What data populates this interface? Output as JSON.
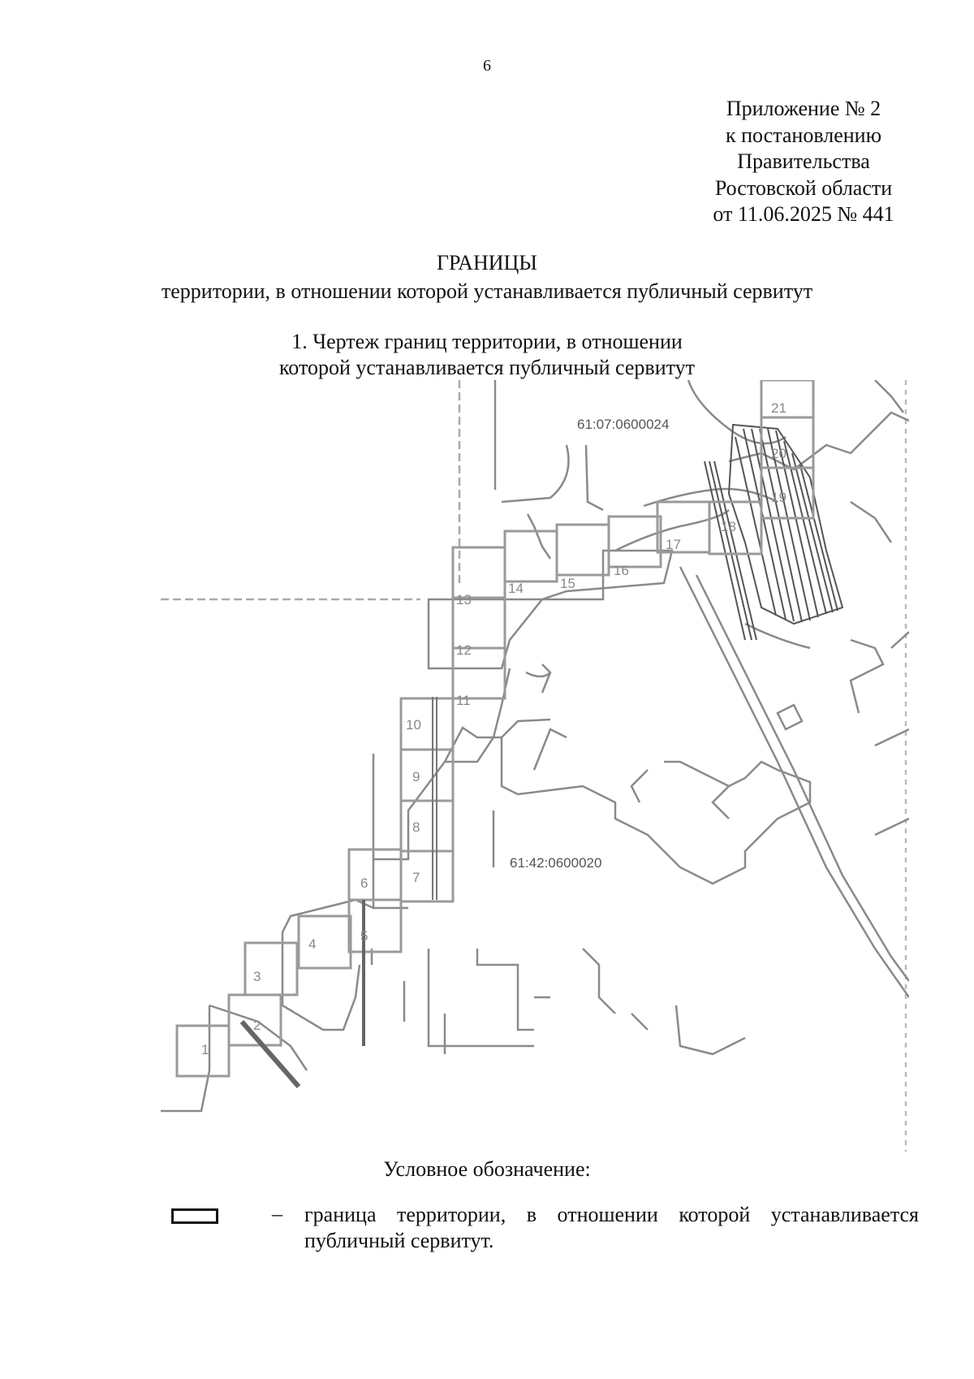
{
  "page_number": "6",
  "appendix": {
    "lines": [
      "Приложение № 2",
      "к постановлению",
      "Правительства",
      "Ростовской области",
      "от 11.06.2025 № 441"
    ]
  },
  "title": "ГРАНИЦЫ",
  "subtitle": "территории, в отношении которой устанавливается публичный сервитут",
  "section_heading": {
    "line1": "1. Чертеж границ территории, в отношении",
    "line2": "которой устанавливается публичный сервитут"
  },
  "map": {
    "cadastral_labels": [
      "61:07:0600024",
      "61:42:0600020"
    ],
    "sheet_numbers": [
      "1",
      "2",
      "3",
      "4",
      "5",
      "6",
      "7",
      "8",
      "9",
      "10",
      "11",
      "12",
      "13",
      "14",
      "15",
      "16",
      "17",
      "18",
      "19",
      "20",
      "21"
    ],
    "colors": {
      "base_lines": "#8a8a8a",
      "boundary": "#9a9a9a",
      "dark_hatch": "#555555"
    }
  },
  "legend": {
    "title": "Условное обозначение:",
    "dash": "–",
    "description": "граница территории, в отношении которой устанавливается публичный сервитут."
  }
}
